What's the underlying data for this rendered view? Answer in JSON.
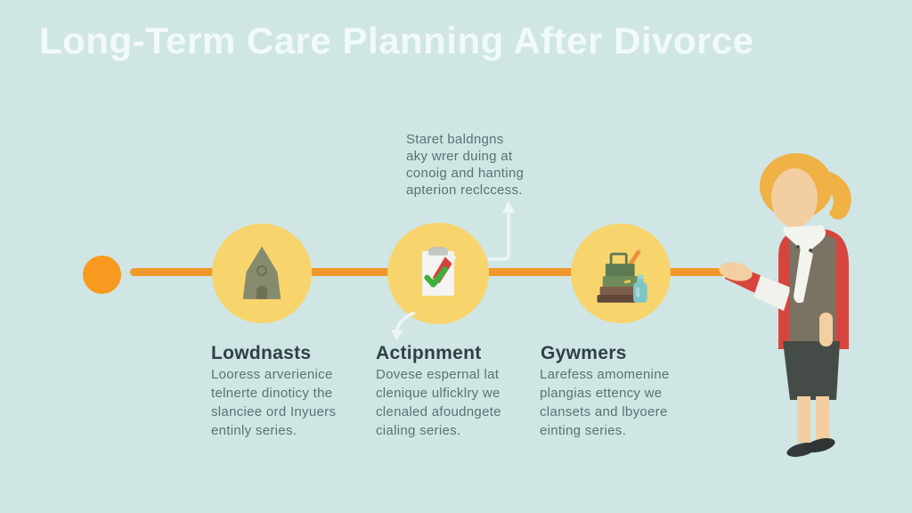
{
  "title": "Long-Term Care Planning After Divorce",
  "annotation": {
    "text": "Staret baldngns\naky wrer duing at\nconoig and hanting\napterion reclccess."
  },
  "milestones": [
    {
      "label": "Lowdnasts",
      "description": "Looress arverienice\ntelnerte dinoticy the\nslanciee ord Inyuers\nentinly series.",
      "icon": "house-icon"
    },
    {
      "label": "Actipnment",
      "description": "Dovese espernal lat\nclenique ulficklry we\nclenaled afoudngete\ncialing series.",
      "icon": "clipboard-check-icon"
    },
    {
      "label": "Gywmers",
      "description": "Larefess amomenine\nplangias ettency we\nclansets and lbyoere\neinting series.",
      "icon": "luggage-stack-icon"
    }
  ],
  "figure": {
    "name": "businesswoman-illustration"
  },
  "colors": {
    "background": "#cfe6e4",
    "title_text": "#f1faf8",
    "timeline_orange": "#f0982d",
    "dot_orange": "#f79a1f",
    "circle_yellow": "#f8d46d",
    "heading_text": "#2f4046",
    "body_text": "#5d7173",
    "arrow_white": "#edf6f3",
    "house_olive": "#878b6d",
    "pencil_red": "#d6423c",
    "check_green": "#3faf3d",
    "hair_gold": "#f0b145",
    "top_red": "#d8453f",
    "vest_gray": "#7a7263",
    "skirt_dark": "#454c47"
  }
}
